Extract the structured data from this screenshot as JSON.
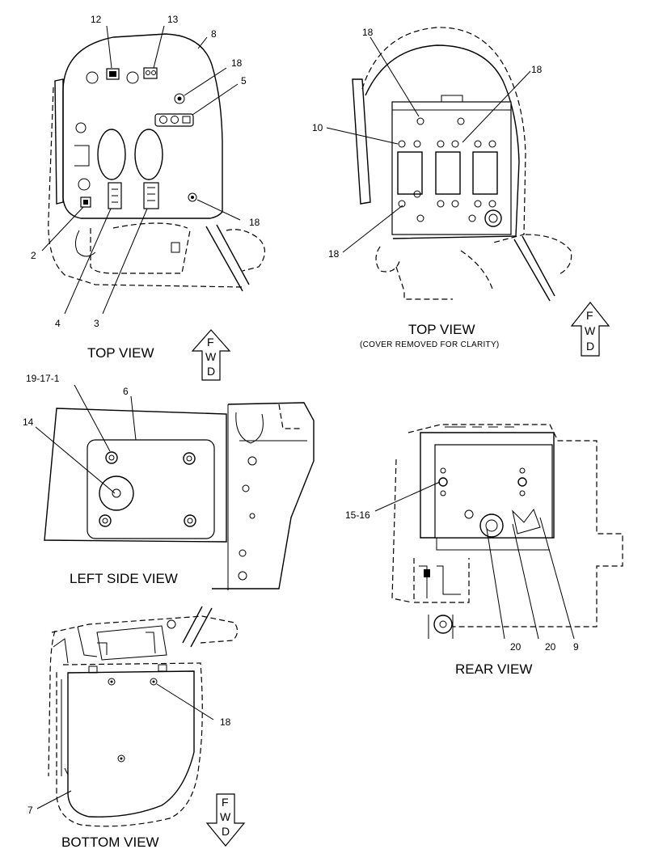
{
  "views": {
    "top_left": {
      "caption": "TOP VIEW"
    },
    "top_right": {
      "caption": "TOP VIEW",
      "subcaption": "(COVER REMOVED FOR CLARITY)"
    },
    "left_side": {
      "caption": "LEFT SIDE VIEW"
    },
    "rear": {
      "caption": "REAR VIEW"
    },
    "bottom": {
      "caption": "BOTTOM VIEW"
    }
  },
  "fwd_arrow": {
    "letters": [
      "F",
      "W",
      "D"
    ]
  },
  "callouts": {
    "tl": [
      "12",
      "13",
      "8",
      "18",
      "5",
      "18",
      "2",
      "4",
      "3"
    ],
    "tr": [
      "18",
      "18",
      "10",
      "18"
    ],
    "ls": [
      "19-17-1",
      "6",
      "14"
    ],
    "rv": [
      "15-16",
      "20",
      "20",
      "9"
    ],
    "bv": [
      "18",
      "7"
    ]
  },
  "colors": {
    "line": "#000000",
    "background": "#ffffff"
  }
}
